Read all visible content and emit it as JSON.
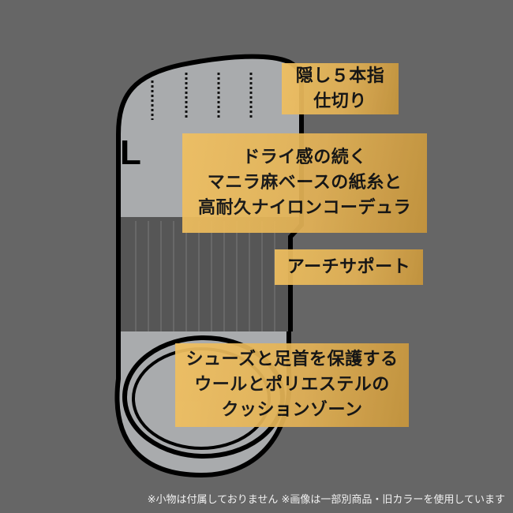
{
  "sock": {
    "size_mark": "L"
  },
  "labels": {
    "toe_divider": [
      "隠し５本指",
      "仕切り"
    ],
    "material": [
      "ドライ感の続く",
      "マニラ麻ベースの紙糸と",
      "高耐久ナイロンコーデュラ"
    ],
    "arch": [
      "アーチサポート"
    ],
    "cushion": [
      "シューズと足首を保護する",
      "ウールとポリエステルの",
      "クッションゾーン"
    ]
  },
  "footer": "※小物は付属しておりません ※画像は一部別商品・旧カラーを使用しています",
  "colors": {
    "background": "#666666",
    "sock_light": "#a9abad",
    "sock_dark": "#565656",
    "label_gold": "#e3b256"
  }
}
